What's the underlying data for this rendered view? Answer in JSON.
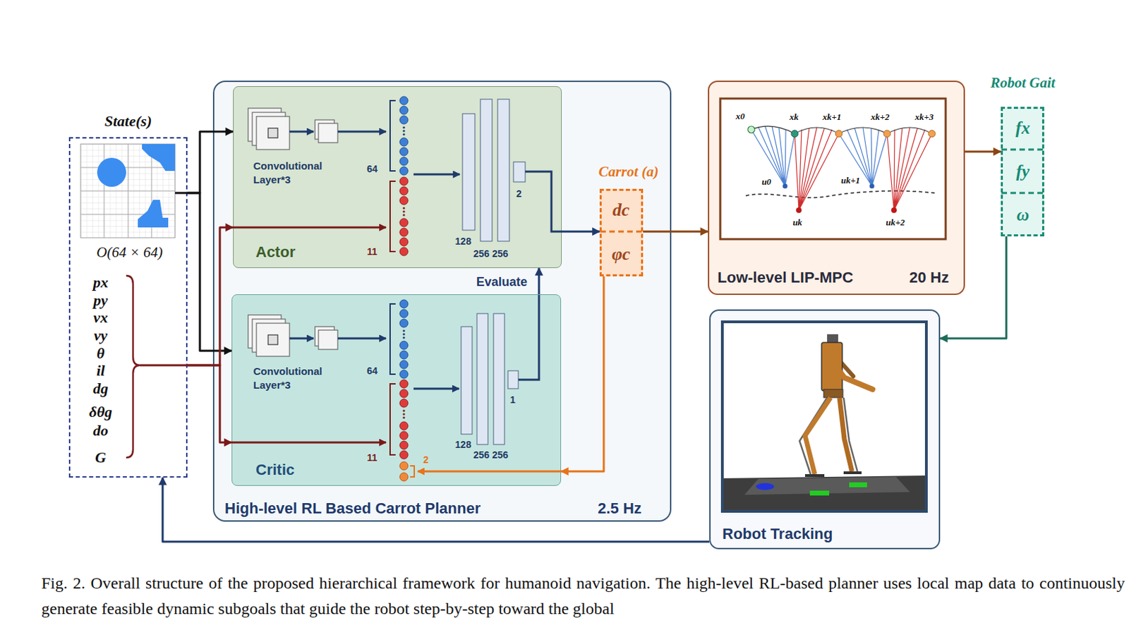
{
  "diagram": {
    "caption": "Fig. 2. Overall structure of the proposed hierarchical framework for humanoid navigation. The high-level RL-based planner uses local map data to continuously generate feasible dynamic subgoals that guide the robot step-by-step toward the global",
    "nodes": [
      {
        "text": [
          "State(s)",
          "O(64 × 64)",
          "px",
          "py",
          "vx",
          "vy",
          "θ",
          "il",
          "dg",
          "δθg",
          "do",
          "G"
        ]
      },
      {
        "text": [
          "High-level RL Based Carrot Planner",
          "2.5 Hz"
        ]
      },
      {
        "text": [
          "Actor"
        ],
        "in": 1
      },
      {
        "text": [
          "Critic"
        ],
        "in": 1
      },
      {
        "text": [
          "Carrot (a)",
          "dc",
          "φc"
        ],
        "in": 1
      },
      {
        "text": [
          "Low-level LIP-MPC",
          "20 Hz"
        ]
      },
      {
        "text": [
          "Robot Gait",
          "fx",
          "fy",
          "ω"
        ]
      },
      {
        "text": [
          "Robot Tracking"
        ]
      }
    ],
    "edges": [
      {
        "from": 0,
        "to": 2,
        "arrow": "to"
      },
      {
        "from": 0,
        "to": 3,
        "arrow": "to"
      },
      {
        "from": 0,
        "to": 2,
        "arrow": "to"
      },
      {
        "from": 0,
        "to": 3,
        "arrow": "to"
      },
      {
        "from": 2,
        "to": 4,
        "arrow": "to"
      },
      {
        "from": 3,
        "to": 2,
        "arrow": "to",
        "label": "Evaluate"
      },
      {
        "from": 4,
        "to": 3,
        "arrow": "to"
      },
      {
        "from": 4,
        "to": 5,
        "arrow": "to"
      },
      {
        "from": 5,
        "to": 6,
        "arrow": "to"
      },
      {
        "from": 6,
        "to": 7,
        "arrow": "to"
      },
      {
        "from": 7,
        "to": 0,
        "arrow": "to"
      }
    ],
    "labels": [
      "Convolutional Layer*3",
      "64",
      "11",
      "128",
      "256 256",
      "2",
      "Convolutional Layer*3",
      "64",
      "11",
      "2",
      "128",
      "256 256",
      "1",
      "x0",
      "xk",
      "xk+1",
      "xk+2",
      "xk+3",
      "u0",
      "uk+1",
      "uk",
      "uk+2"
    ]
  }
}
